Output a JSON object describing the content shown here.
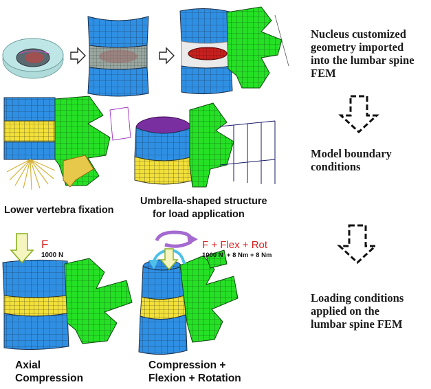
{
  "steps": [
    {
      "lines": [
        "Nucleus customized",
        "geometry imported",
        "into the lumbar spine",
        "FEM"
      ]
    },
    {
      "lines": [
        "Model boundary",
        "conditions"
      ]
    },
    {
      "lines": [
        "Loading conditions",
        "applied on the",
        "lumbar spine FEM"
      ]
    }
  ],
  "captions": {
    "fixation": "Lower vertebra fixation",
    "umbrella": [
      "Umbrella-shaped structure",
      "for load application"
    ],
    "axial": [
      "Axial",
      "Compression"
    ],
    "combined": [
      "Compression +",
      "Flexion + Rotation"
    ]
  },
  "loads": {
    "axial_force_symbol": "F",
    "axial_force_value": "1000 N",
    "combined_label": "F + Flex + Rot",
    "combined_values": "1000 N  + 8 Nm + 8 Nm"
  },
  "colors": {
    "vertebra_blue": "#2f8fe3",
    "disc_yellow": "#f2e03a",
    "posterior_green": "#25e025",
    "nucleus_red": "#c8201e",
    "mesh_line": "#1b2f4a",
    "label_red": "#d81e1e"
  }
}
